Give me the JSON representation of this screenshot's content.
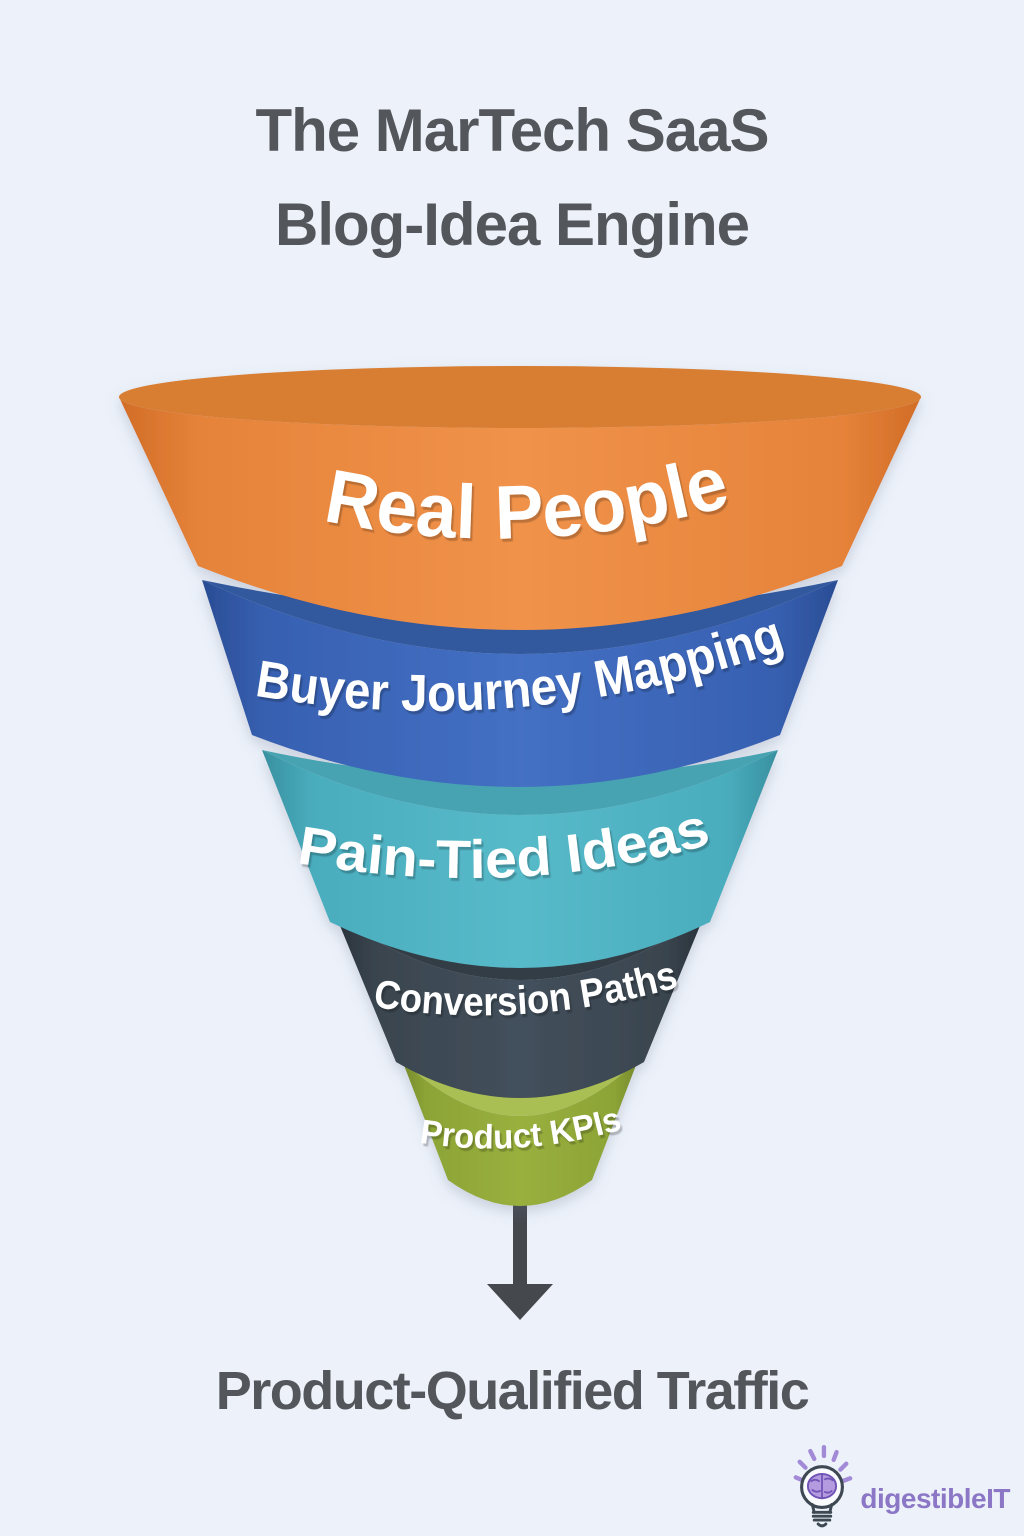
{
  "page": {
    "background": "#edf2fa",
    "text_color": "#53565b"
  },
  "header": {
    "title_line1": "The MarTech SaaS",
    "title_line2": "Blog-Idea Engine"
  },
  "funnel": {
    "stages": [
      {
        "label": "Real People",
        "color": "#ee8c3e",
        "rim": "#d87e31",
        "edge": "#d06c26"
      },
      {
        "label": "Buyer Journey Mapping",
        "color": "#3e6cbf",
        "rim": "#32589d",
        "edge": "#2a4d94"
      },
      {
        "label": "Pain-Tied Ideas",
        "color": "#4fb4c5",
        "rim": "#47a3b1",
        "edge": "#38909f"
      },
      {
        "label": "Conversion Paths",
        "color": "#3e4a55",
        "rim": "#333c45",
        "edge": "#29313a"
      },
      {
        "label": "Product KPIs",
        "color": "#93aa39",
        "rim": "#a9bf52",
        "edge": "#76892c"
      }
    ],
    "label_color": "#ffffff",
    "arrow_color": "#45494e"
  },
  "outcome": {
    "label": "Product-Qualified Traffic"
  },
  "brand": {
    "name": "digestibleIT",
    "color": "#8b77c5",
    "icon": "lightbulb-brain-icon"
  }
}
